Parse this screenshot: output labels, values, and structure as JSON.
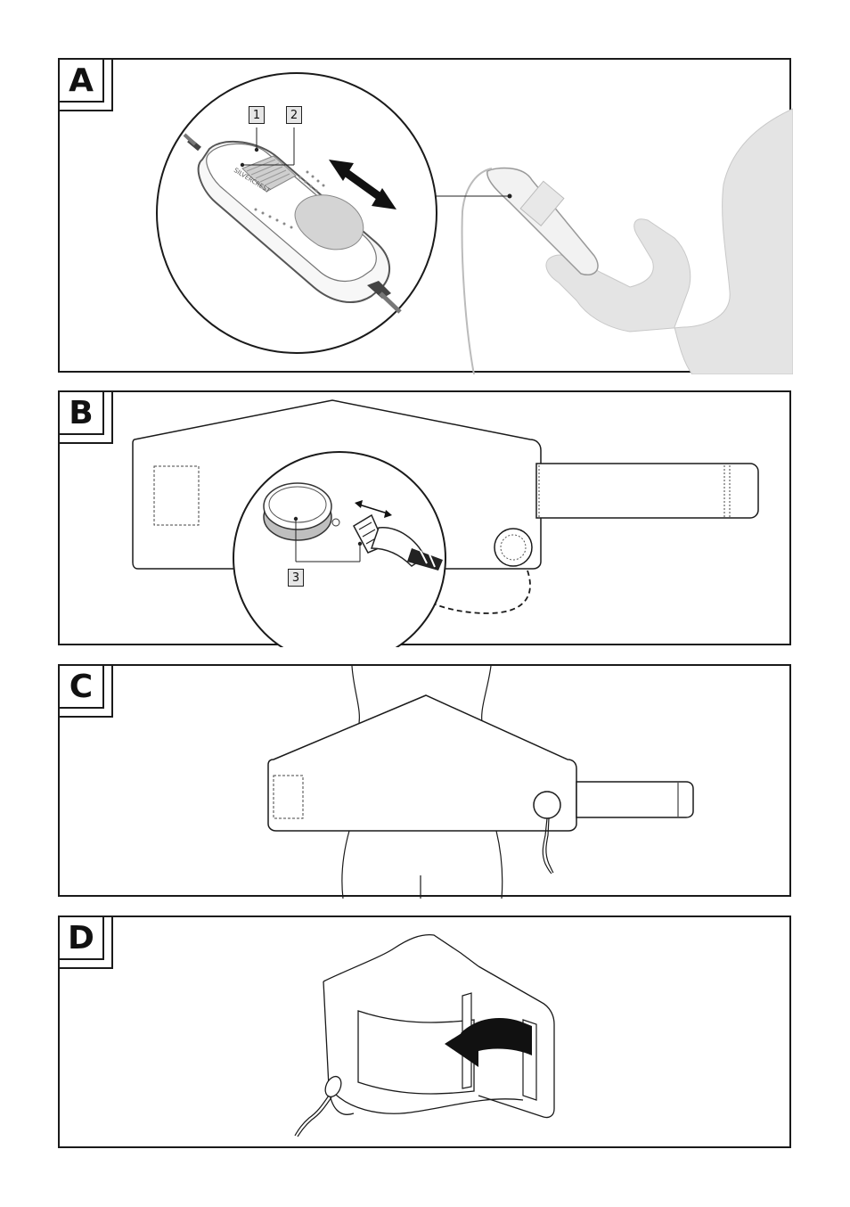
{
  "panels": {
    "a": {
      "letter": "A",
      "callouts": [
        "1",
        "2"
      ],
      "brand_text": "SILVERCREST"
    },
    "b": {
      "letter": "B",
      "callouts": [
        "3"
      ]
    },
    "c": {
      "letter": "C"
    },
    "d": {
      "letter": "D"
    }
  },
  "icons": [
    "double-arrow-icon",
    "curved-arrow-icon"
  ]
}
